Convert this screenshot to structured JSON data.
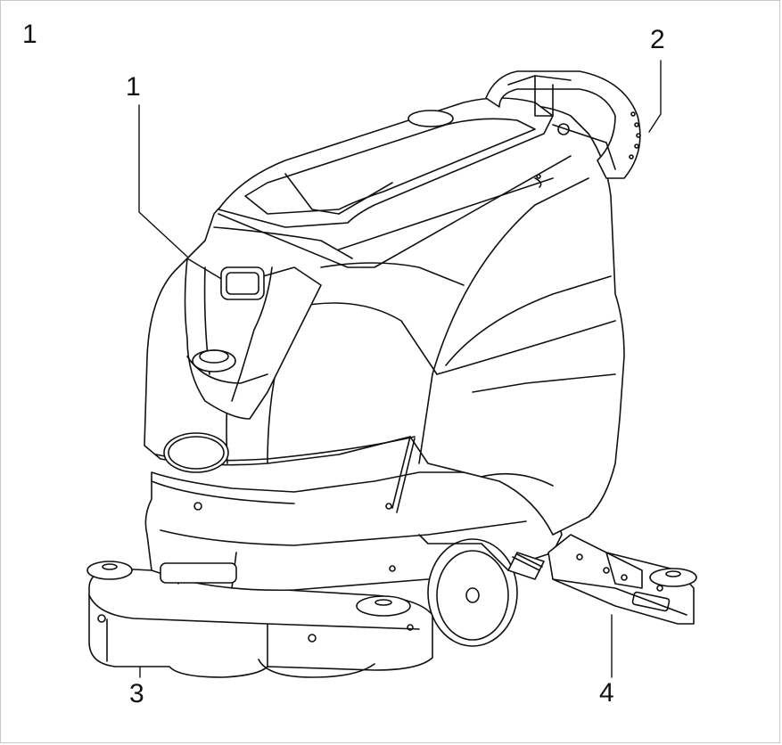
{
  "figure": {
    "number": "1",
    "callouts": [
      "1",
      "2",
      "3",
      "4"
    ]
  },
  "colors": {
    "line": "#111111",
    "background": "#ffffff",
    "frame": "#c8c8c8"
  }
}
